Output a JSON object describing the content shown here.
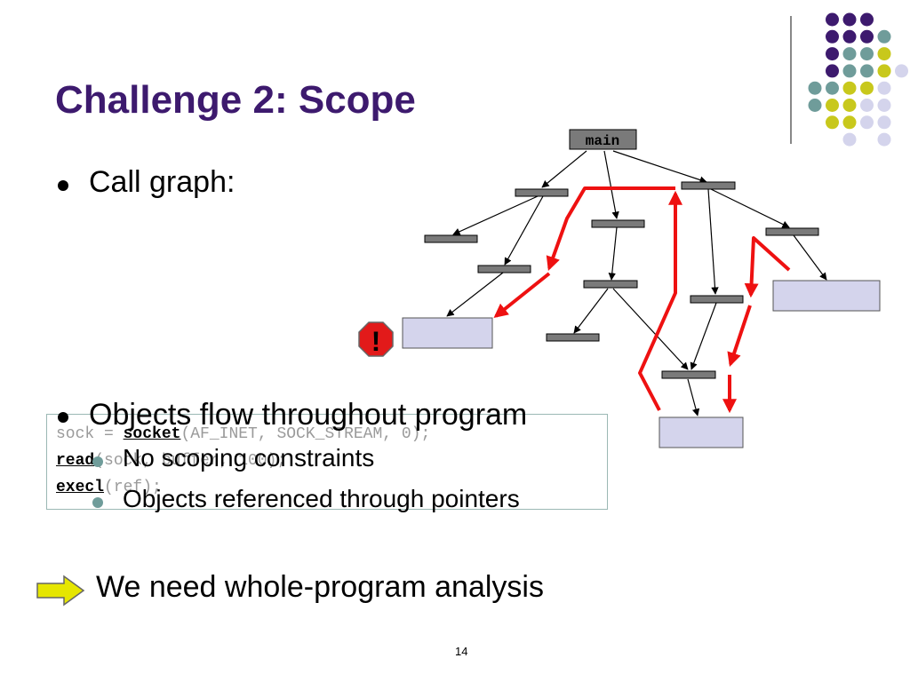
{
  "title": "Challenge 2: Scope",
  "bullets": {
    "call_graph": "Call graph:",
    "objects_flow": "Objects flow throughout program",
    "no_scoping": "No scoping constraints",
    "referenced": "Objects referenced through pointers"
  },
  "code": {
    "line1_pre": "sock = ",
    "line1_fn": "socket",
    "line1_post": "(AF_INET, SOCK_STREAM, 0);",
    "line2_fn": "read",
    "line2_post": "(sock, buffer, 100);",
    "line3_fn": "execl",
    "line3_post": "(ref);"
  },
  "graph": {
    "root_label": "main",
    "warning_symbol": "!"
  },
  "conclusion": "We need whole-program analysis",
  "page_number": "14",
  "colors": {
    "title": "#3d1a6e",
    "purple_dot": "#3d1a6e",
    "teal_dot": "#6f9c9a",
    "yellow_dot": "#c8c81c",
    "lavender_dot": "#d4d4ec",
    "flow_arrow": "#ee1111",
    "node_fill": "#7a7a7a",
    "leaf_fill": "#d4d4ec",
    "warning": "#e21a1a"
  }
}
